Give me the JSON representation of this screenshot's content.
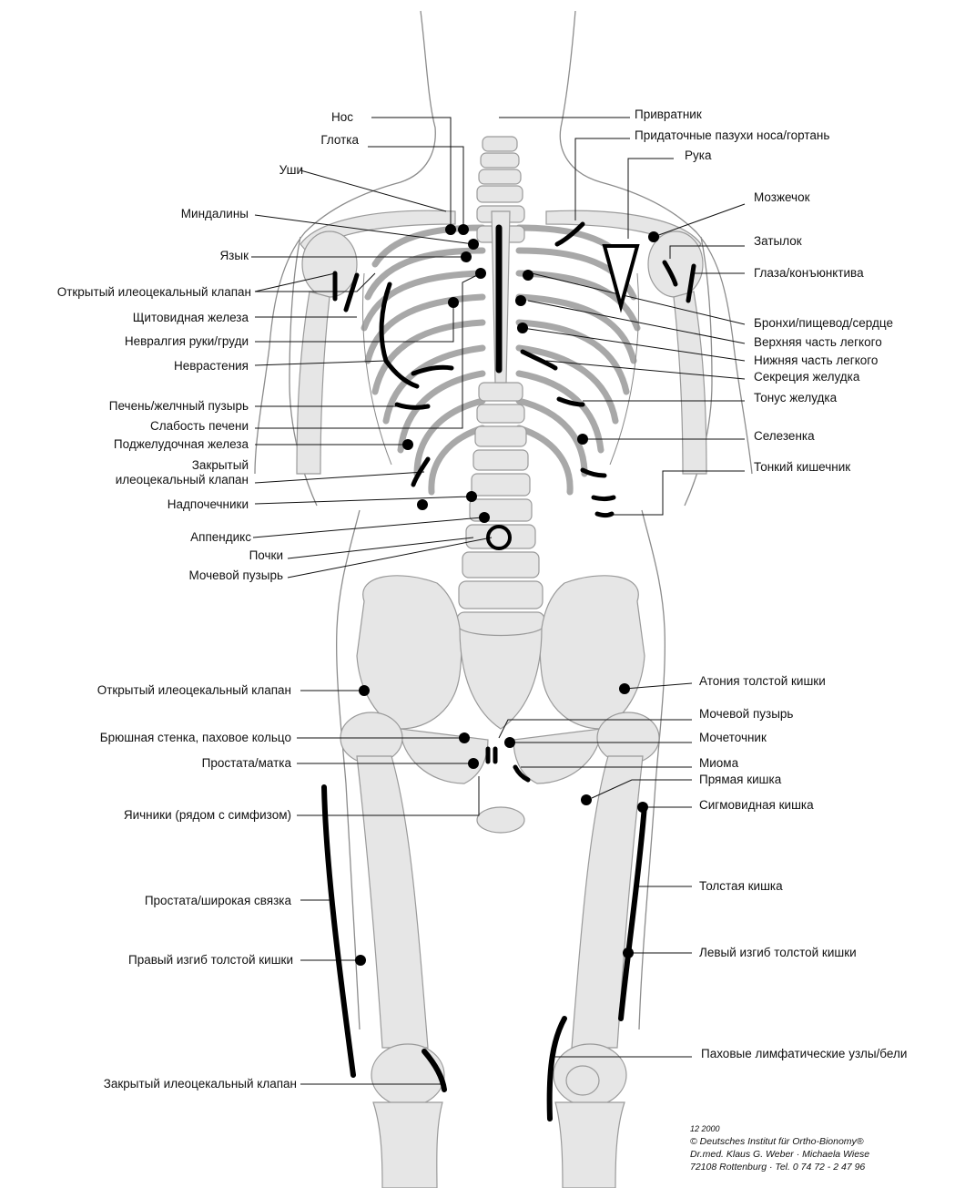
{
  "labels": {
    "left": {
      "nos": "Нос",
      "glotka": "Глотка",
      "ushi": "Уши",
      "mindaliny": "Миндалины",
      "yazyk": "Язык",
      "open_valve_1": "Открытый илеоцекальный клапан",
      "shchitovidnaya": "Щитовидная железа",
      "nevralgiya": "Невралгия руки/груди",
      "nevrasteniya": "Неврастения",
      "pechen": "Печень/желчный пузырь",
      "slabost_pecheni": "Слабость печени",
      "podzheludochnaya": "Поджелудочная железа",
      "closed_valve_1": "Закрытый\nилеоцекальный клапан",
      "nadpochechniki": "Надпочечники",
      "appendiks": "Аппендикс",
      "pochki": "Почки",
      "mochevoy_1": "Мочевой пузырь",
      "open_valve_2": "Открытый илеоцекальный клапан",
      "bryushnaya": "Брюшная стенка, паховое кольцо",
      "prostata_matka": "Простата/матка",
      "yaichniki": "Яичники (рядом с симфизом)",
      "prostata_svyazka": "Простата/широкая связка",
      "pravyy_izgib": "Правый изгиб толстой кишки",
      "closed_valve_2": "Закрытый илеоцекальный клапан"
    },
    "right": {
      "privratnik": "Привратник",
      "pridatochnye": "Придаточные пазухи носа/гортань",
      "ruka": "Рука",
      "mozzhechok": "Мозжечок",
      "zatylok": "Затылок",
      "glaza": "Глаза/конъюнктива",
      "bronhi": "Бронхи/пищевод/сердце",
      "verhnyaya": "Верхняя часть легкого",
      "nizhnyaya": "Нижняя часть легкого",
      "sekreciya": "Секреция желудка",
      "tonus": "Тонус желудка",
      "selezenka": "Селезенка",
      "tonkiy": "Тонкий кишечник",
      "atoniya": "Атония толстой кишки",
      "mochevoy_2": "Мочевой пузырь",
      "mochetochnik": "Мочеточник",
      "mioma": "Миома",
      "pryamaya": "Прямая кишка",
      "sigmovidnaya": "Сигмовидная кишка",
      "tolstaya": "Толстая кишка",
      "levyy_izgib": "Левый изгиб толстой кишки",
      "pahovye": "Паховые лимфатические узлы/бели"
    }
  },
  "credits": {
    "date": "12 2000",
    "line1": "© Deutsches Institut für Ortho-Bionomy®",
    "line2": "Dr.med. Klaus G. Weber · Michaela Wiese",
    "line3": "72108 Rottenburg · Tel. 0 74 72 - 2 47 96"
  }
}
